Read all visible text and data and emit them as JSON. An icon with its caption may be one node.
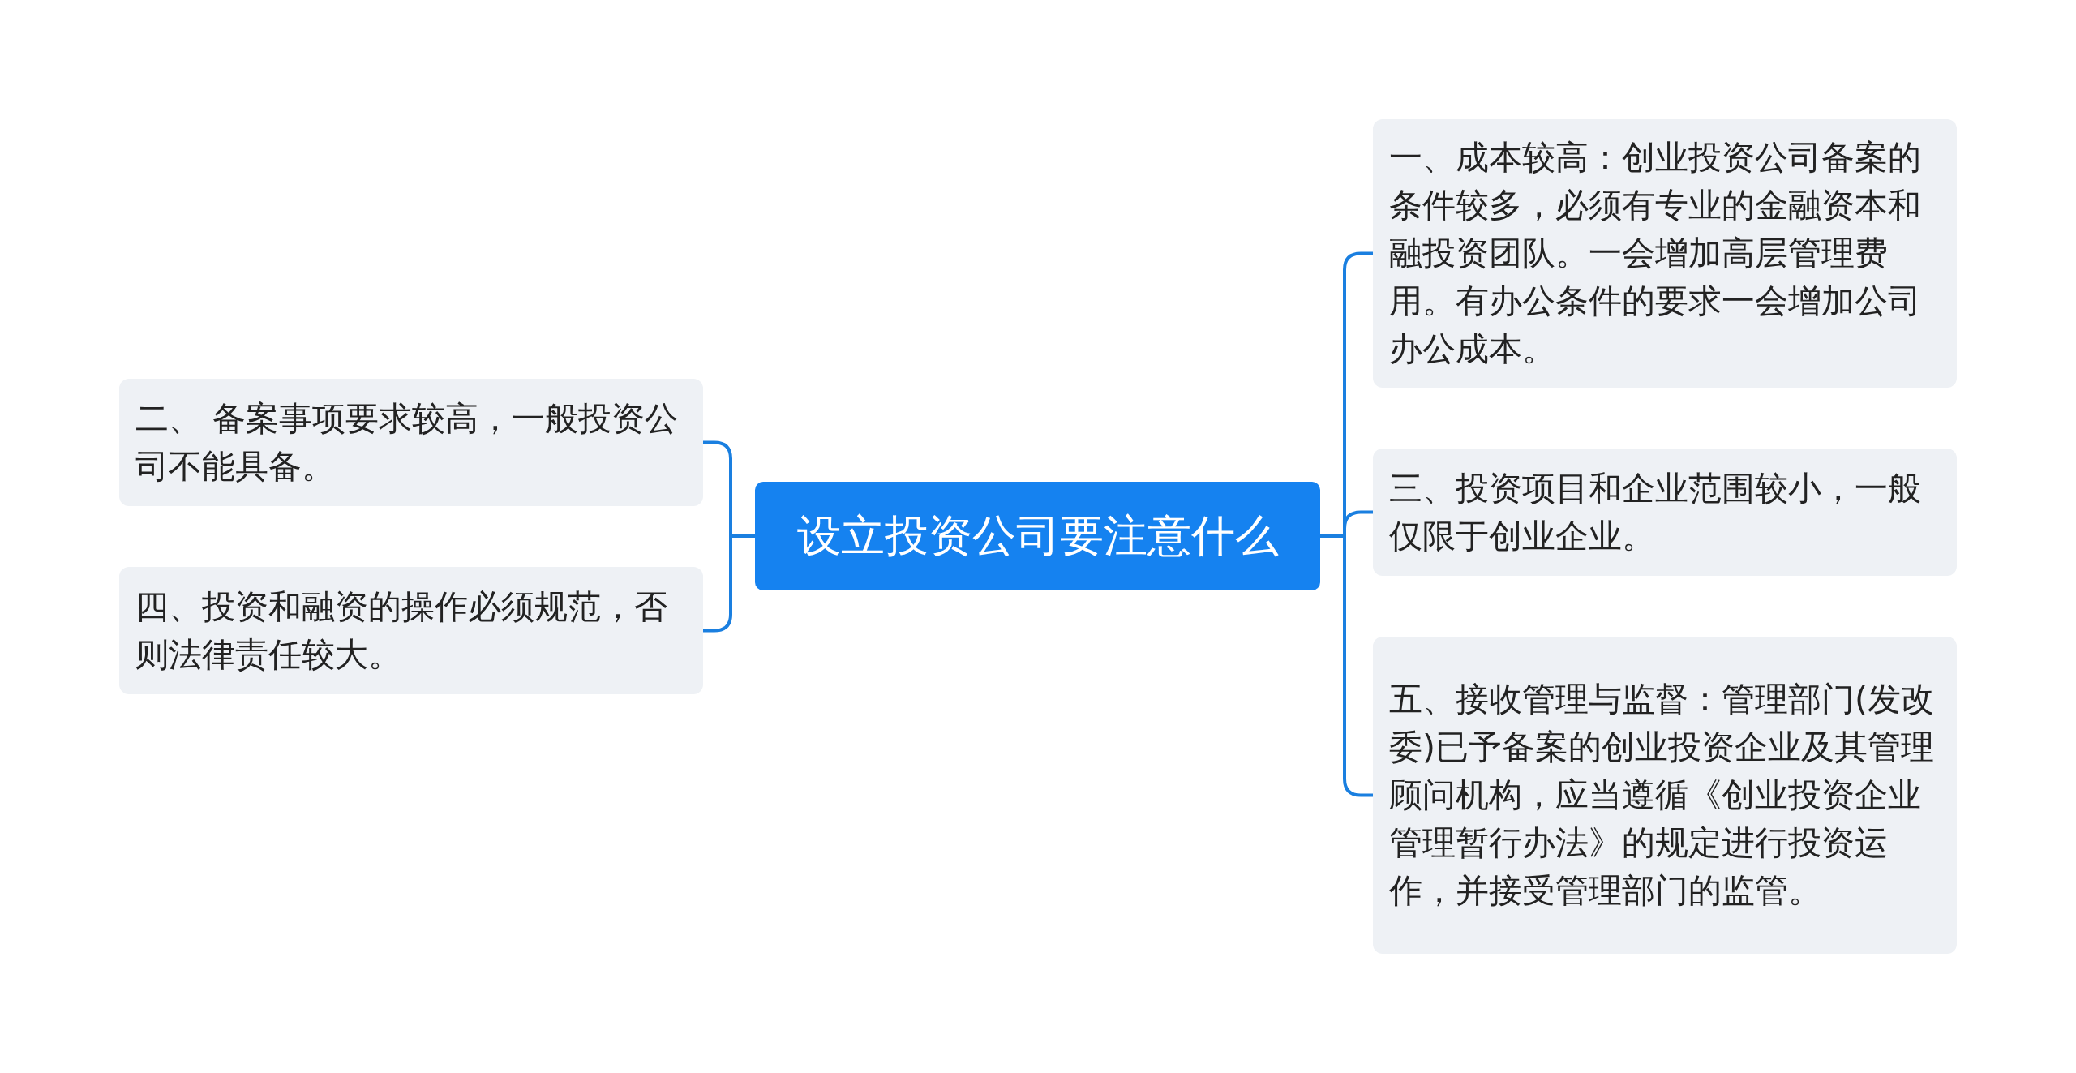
{
  "diagram": {
    "nodes": [
      {
        "text": [
          "设立投资公司要注意什么"
        ]
      },
      {
        "text": [
          "二、 备案事项要求较高，一般投资公司不能具备。"
        ]
      },
      {
        "text": [
          "四、投资和融资的操作必须规范，否则法律责任较大。"
        ]
      },
      {
        "text": [
          "一、成本较高：创业投资公司备案的条件较多，必须有专业的金融资本和融投资团队。一会增加高层管理费用。有办公条件的要求一会增加公司办公成本。"
        ]
      },
      {
        "text": [
          "三、投资项目和企业范围较小，一般仅限于创业企业。"
        ]
      },
      {
        "text": [
          "五、接收管理与监督：管理部门(发改委)已予备案的创业投资企业及其管理顾问机构，应当遵循《创业投资企业管理暂行办法》的规定进行投资运作，并接受管理部门的监管。"
        ]
      }
    ],
    "edges": [
      {
        "from": 0,
        "to": 1,
        "arrow": "none"
      },
      {
        "from": 0,
        "to": 2,
        "arrow": "none"
      },
      {
        "from": 0,
        "to": 3,
        "arrow": "none"
      },
      {
        "from": 0,
        "to": 4,
        "arrow": "none"
      },
      {
        "from": 0,
        "to": 5,
        "arrow": "none"
      }
    ]
  }
}
